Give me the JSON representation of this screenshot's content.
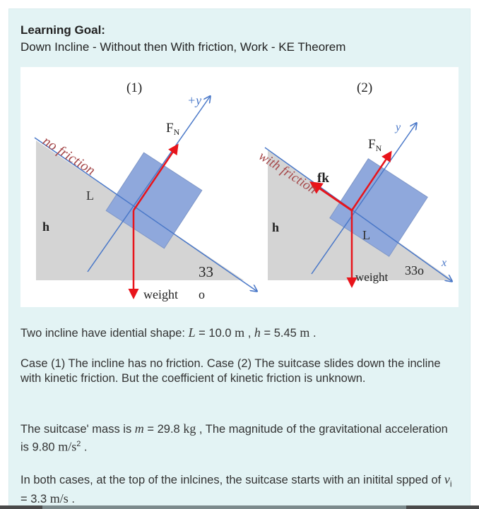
{
  "header": {
    "title": "Learning Goal:",
    "subtitle": "Down Incline - Without then With friction, Work - KE Theorem"
  },
  "figure": {
    "case1": {
      "number": "(1)",
      "axis": "+y",
      "normal_label": "F",
      "normal_sub": "N",
      "surface_label": "no friction",
      "length_label": "L",
      "height_label": "h",
      "angle_label": "33",
      "angle_degree": "o",
      "weight_label": "weight"
    },
    "case2": {
      "number": "(2)",
      "axis": "y",
      "normal_label": "F",
      "normal_sub": "N",
      "friction_label": "fk",
      "surface_label": "with friction",
      "length_label": "L",
      "height_label": "h",
      "angle_label": "33o",
      "x_label": "x",
      "weight_label": "weight"
    },
    "colors": {
      "incline": "#d4d4d4",
      "block": "#8fa8dc",
      "force": "#e8141b",
      "axis": "#4a78c8",
      "surface_text": "#a5484a"
    }
  },
  "text": {
    "p1": {
      "lead": "Two incline have idential shape: ",
      "L_sym": "L",
      "eq1": " = 10.0 ",
      "unit1": "m",
      "sep": " , ",
      "h_sym": "h",
      "eq2": " = 5.45 ",
      "unit2": "m",
      "end": " ."
    },
    "p2": "Case (1) The incline has no friction. Case (2) The suitcase slides down the incline with kinetic friction. But the coefficient of kinetic friction is unknown.",
    "p3": {
      "lead": "The suitcase' mass is ",
      "m_sym": "m",
      "eq": " = 29.8 ",
      "unit1": "kg",
      "mid": " , The magnitude of the gravitational acceleration is 9.80 ",
      "unit2": "m/s",
      "exp": "2",
      "end": " ."
    },
    "p4": {
      "lead": "In both cases, at the top of the inlcines, the suitcase starts with an initital spped of ",
      "v_sym": "v",
      "v_sub": "i",
      "eq": " = 3.3 ",
      "unit": "m/s",
      "end": " ."
    }
  }
}
